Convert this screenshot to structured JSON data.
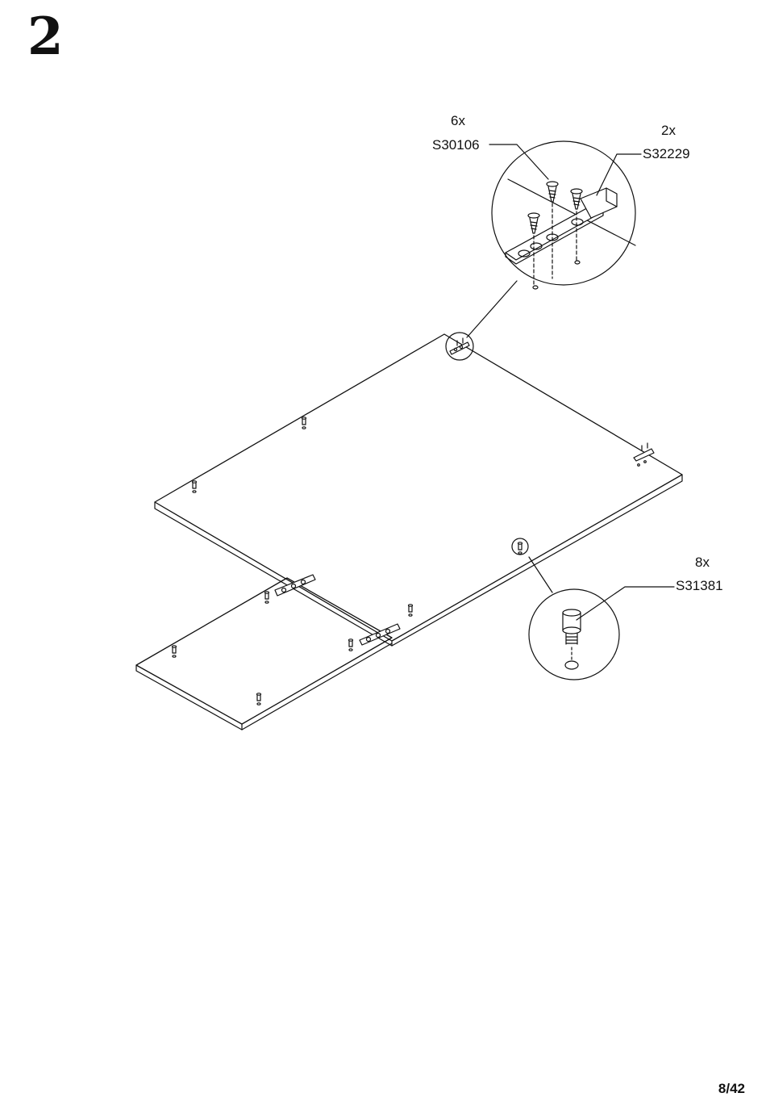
{
  "step": {
    "number": "2"
  },
  "parts": [
    {
      "id": "S30106",
      "qty": "6x",
      "icon": "wood-screw-icon"
    },
    {
      "id": "S32229",
      "qty": "2x",
      "icon": "connector-plate-icon"
    },
    {
      "id": "S31381",
      "qty": "8x",
      "icon": "threaded-foot-icon"
    }
  ],
  "page": {
    "number": "8/42"
  },
  "colors": {
    "line": "#111111",
    "background": "#ffffff"
  }
}
